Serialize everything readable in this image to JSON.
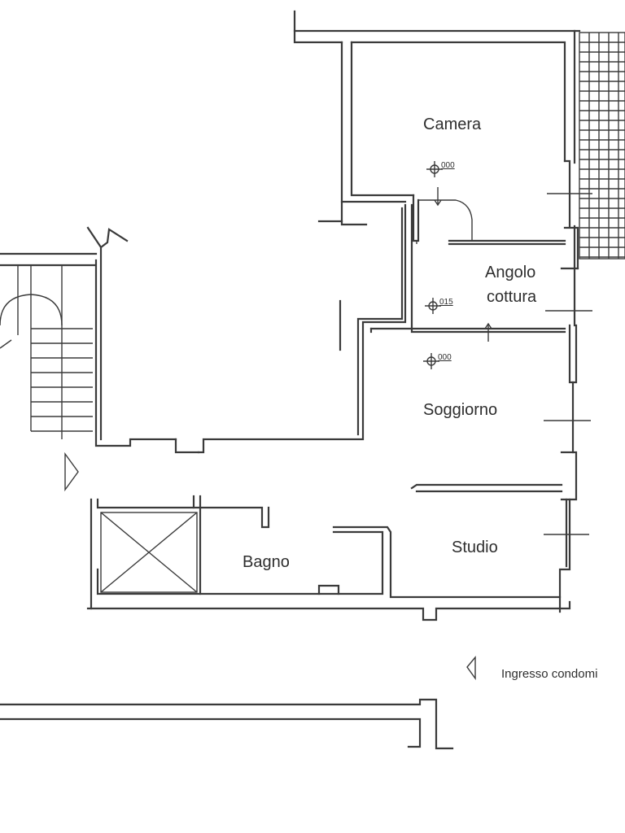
{
  "rooms": {
    "camera": "Camera",
    "angolo_line1": "Angolo",
    "angolo_line2": "cottura",
    "soggiorno": "Soggiorno",
    "studio": "Studio",
    "bagno": "Bagno"
  },
  "levels": {
    "camera": "000",
    "angolo": "015",
    "soggiorno": "000"
  },
  "entrance_label": "Ingresso condomi"
}
